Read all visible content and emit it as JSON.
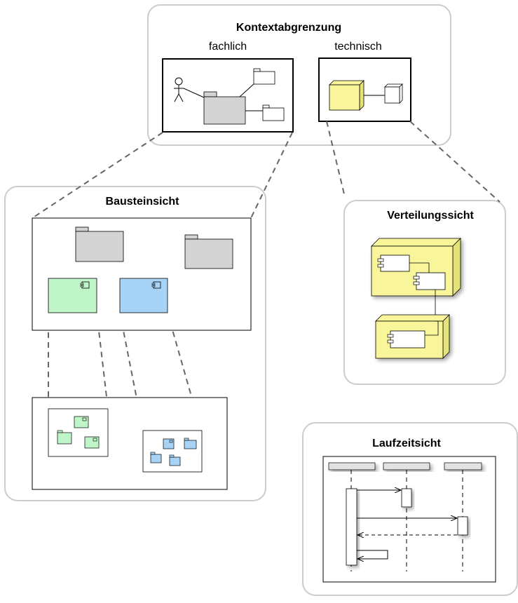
{
  "kontext": {
    "title": "Kontextabgrenzung",
    "fachlich_label": "fachlich",
    "technisch_label": "technisch"
  },
  "baustein": {
    "title": "Bausteinsicht"
  },
  "verteilung": {
    "title": "Verteilungssicht"
  },
  "laufzeit": {
    "title": "Laufzeitsicht"
  },
  "colors": {
    "panel_border": "#cccccc",
    "package_gray": "#d3d3d3",
    "component_green": "#bff5c9",
    "component_blue": "#a7d3f7",
    "node_yellow": "#f8f59a",
    "connector_dash": "#666666"
  }
}
